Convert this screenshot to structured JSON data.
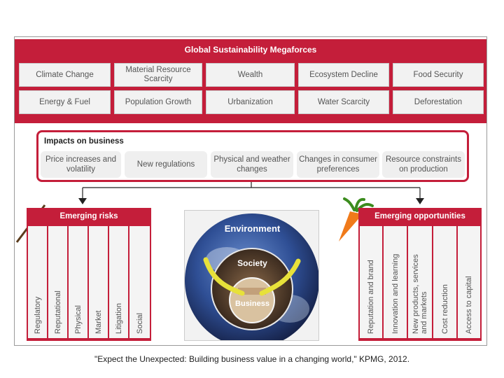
{
  "megaforces": {
    "title": "Global Sustainability Megaforces",
    "row1": [
      "Climate Change",
      "Material Resource Scarcity",
      "Wealth",
      "Ecosystem Decline",
      "Food Security"
    ],
    "row2": [
      "Energy & Fuel",
      "Population Growth",
      "Urbanization",
      "Water Scarcity",
      "Deforestation"
    ]
  },
  "impacts": {
    "title": "Impacts on business",
    "items": [
      "Price increases and volatility",
      "New regulations",
      "Physical and weather changes",
      "Changes in consumer preferences",
      "Resource constraints on production"
    ]
  },
  "risks": {
    "title": "Emerging risks",
    "items": [
      "Regulatory",
      "Reputational",
      "Physical",
      "Market",
      "Litigation",
      "Social"
    ]
  },
  "opportunities": {
    "title": "Emerging opportunities",
    "items": [
      "Reputation and brand",
      "Innovation and learning",
      "New products, services and markets",
      "Cost reduction",
      "Access to capital"
    ]
  },
  "globe": {
    "environment": "Environment",
    "society": "Society",
    "business": "Business"
  },
  "caption": "\"Expect the Unexpected: Building business value in a changing world,\" KPMG, 2012.",
  "colors": {
    "accent": "#c41e3a",
    "cell": "#f2f2f2"
  }
}
